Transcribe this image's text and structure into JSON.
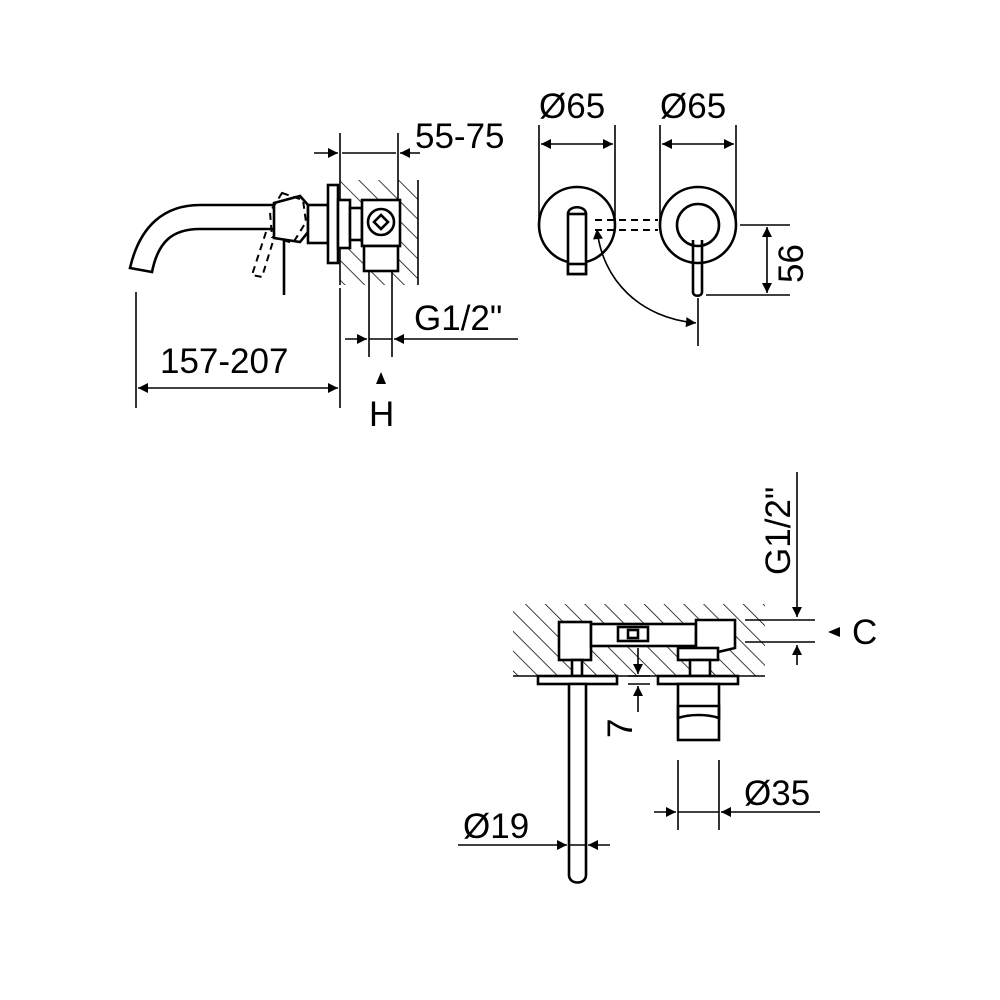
{
  "dimensions": {
    "wall_depth": "55-75",
    "spout_length": "157-207",
    "inlet_thread_side": "G1/2\"",
    "height_marker": "H",
    "rosette_left_diameter": "Ø65",
    "rosette_right_diameter": "Ø65",
    "center_height": "56",
    "inlet_thread_top": "G1/2\"",
    "cover_marker": "C",
    "cover_gap": "7",
    "spout_diameter": "Ø19",
    "handle_diameter": "Ø35"
  },
  "colors": {
    "line": "#000000",
    "background": "#ffffff"
  }
}
